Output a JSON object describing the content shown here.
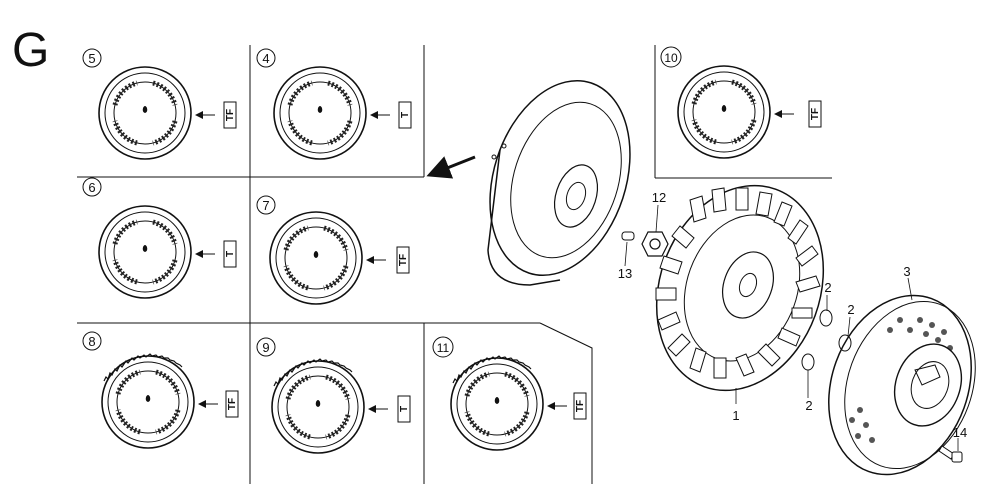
{
  "section_letter": "G",
  "callouts": {
    "c1": "1",
    "c2a": "2",
    "c2b": "2",
    "c2c": "2",
    "c3": "3",
    "c4": "4",
    "c5": "5",
    "c6": "6",
    "c7": "7",
    "c8": "8",
    "c9": "9",
    "c10": "10",
    "c11": "11",
    "c12": "12",
    "c13": "13",
    "c14": "14"
  },
  "variant_tags": {
    "p5": "TF",
    "p4": "T",
    "p10": "TF",
    "p6": "T",
    "p7": "TF",
    "p8": "TF",
    "p9": "T",
    "p11": "TF"
  }
}
